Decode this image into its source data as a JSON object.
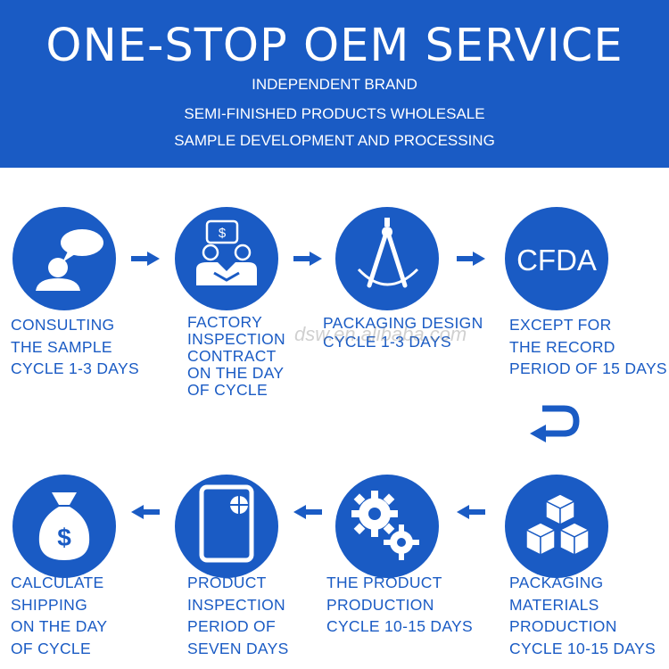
{
  "header": {
    "title": "ONE-STOP OEM SERVICE",
    "lines": [
      "INDEPENDENT BRAND",
      "SEMI-FINISHED PRODUCTS WHOLESALE",
      "SAMPLE DEVELOPMENT AND PROCESSING"
    ]
  },
  "steps": [
    {
      "icon": "consulting-chat-icon",
      "lines": [
        "CONSULTING",
        "THE SAMPLE",
        "CYCLE 1-3 DAYS"
      ]
    },
    {
      "icon": "contract-handshake-icon",
      "lines": [
        "FACTORY",
        "INSPECTION",
        "CONTRACT",
        "ON THE DAY",
        "OF CYCLE"
      ]
    },
    {
      "icon": "compass-icon",
      "lines": [
        "PACKAGING DESIGN",
        "CYCLE 1-3 DAYS"
      ]
    },
    {
      "icon": "cfda-icon",
      "icon_text": "CFDA",
      "lines": [
        "EXCEPT FOR",
        "THE RECORD",
        "PERIOD OF 15 DAYS"
      ]
    },
    {
      "icon": "boxes-icon",
      "lines": [
        "PACKAGING",
        "MATERIALS",
        "PRODUCTION",
        "CYCLE 10-15 DAYS"
      ]
    },
    {
      "icon": "gears-icon",
      "lines": [
        "THE PRODUCT",
        "PRODUCTION",
        "CYCLE 10-15 DAYS"
      ]
    },
    {
      "icon": "inspection-document-icon",
      "lines": [
        "PRODUCT",
        "INSPECTION",
        "PERIOD OF",
        "SEVEN DAYS"
      ]
    },
    {
      "icon": "money-bag-icon",
      "icon_text": "$",
      "lines": [
        "CALCULATE",
        "SHIPPING",
        "ON THE DAY",
        "OF CYCLE"
      ]
    }
  ],
  "watermark": "dsw.en.alibaba.com",
  "colors": {
    "brand": "#1a5bc4",
    "text": "#ffffff"
  }
}
